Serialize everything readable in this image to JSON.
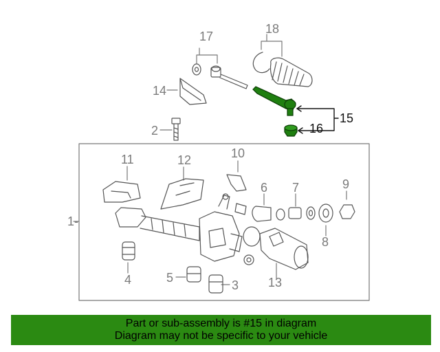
{
  "colors": {
    "highlight": "#1f7f10",
    "banner_background": "#2b8a12",
    "line_art": "#555555",
    "label_gray": "#7a7a7a",
    "label_dark": "#111111"
  },
  "diagram": {
    "callouts": [
      {
        "id": "c17",
        "text": "17",
        "highlighted": false
      },
      {
        "id": "c18",
        "text": "18",
        "highlighted": false
      },
      {
        "id": "c14",
        "text": "14",
        "highlighted": false
      },
      {
        "id": "c15",
        "text": "15",
        "highlighted": true
      },
      {
        "id": "c16",
        "text": "16",
        "highlighted": true
      },
      {
        "id": "c2",
        "text": "2",
        "highlighted": false
      },
      {
        "id": "c10",
        "text": "10",
        "highlighted": false
      },
      {
        "id": "c11",
        "text": "11",
        "highlighted": false
      },
      {
        "id": "c12",
        "text": "12",
        "highlighted": false
      },
      {
        "id": "c9",
        "text": "9",
        "highlighted": false
      },
      {
        "id": "c6",
        "text": "6",
        "highlighted": false
      },
      {
        "id": "c7",
        "text": "7",
        "highlighted": false
      },
      {
        "id": "c1",
        "text": "1-",
        "highlighted": false
      },
      {
        "id": "c8",
        "text": "8",
        "highlighted": false
      },
      {
        "id": "c4",
        "text": "4",
        "highlighted": false
      },
      {
        "id": "c5",
        "text": "5",
        "highlighted": false
      },
      {
        "id": "c3",
        "text": "3",
        "highlighted": false
      },
      {
        "id": "c13",
        "text": "13",
        "highlighted": false
      }
    ]
  },
  "banner": {
    "line1": "Part or sub-assembly is #15 in diagram",
    "line2": "Diagram may not be specific to your vehicle"
  }
}
